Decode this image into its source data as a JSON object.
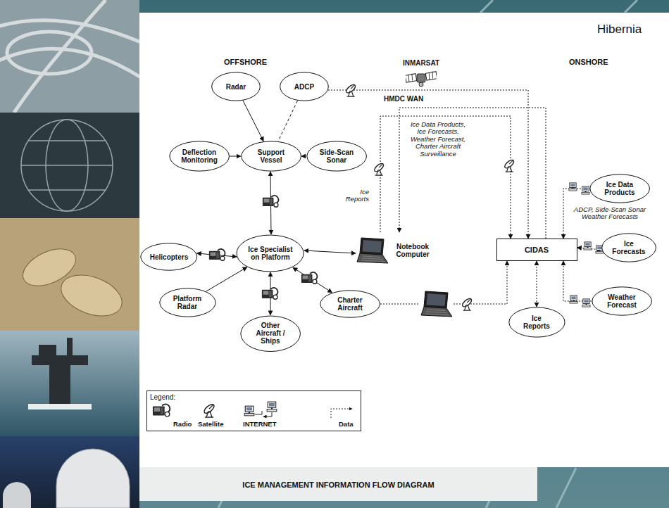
{
  "diagram": {
    "caption": "ICE MANAGEMENT INFORMATION FLOW DIAGRAM",
    "nodes": [
      {
        "text": [
          "Radar"
        ]
      },
      {
        "text": [
          "ADCP"
        ]
      },
      {
        "text": [
          "Deflection Monitoring"
        ]
      },
      {
        "text": [
          "Support Vessel"
        ]
      },
      {
        "text": [
          "Side-Scan Sonar"
        ]
      },
      {
        "text": [
          "Helicopters"
        ]
      },
      {
        "text": [
          "Ice Specialist on Platform"
        ]
      },
      {
        "text": [
          "Notebook Computer"
        ]
      },
      {
        "text": [
          "Platform Radar"
        ]
      },
      {
        "text": [
          "Other Aircraft / Ships"
        ]
      },
      {
        "text": [
          "Charter Aircraft"
        ]
      },
      {
        "text": [
          "CIDAS"
        ]
      },
      {
        "text": [
          "Ice Data Products"
        ]
      },
      {
        "text": [
          "Ice Forecasts"
        ]
      },
      {
        "text": [
          "Weather Forecast"
        ]
      },
      {
        "text": [
          "Ice Reports"
        ]
      }
    ],
    "edges": [
      {
        "from": 0,
        "to": 3,
        "arrow": "to"
      },
      {
        "from": 1,
        "to": 3,
        "arrow": "none"
      },
      {
        "from": 2,
        "to": 3,
        "arrow": "to"
      },
      {
        "from": 4,
        "to": 3,
        "arrow": "to"
      },
      {
        "from": 3,
        "to": 6,
        "arrow": "both"
      },
      {
        "from": 6,
        "to": 5,
        "arrow": "both"
      },
      {
        "from": 8,
        "to": 6,
        "arrow": "to"
      },
      {
        "from": 6,
        "to": 9,
        "arrow": "both"
      },
      {
        "from": 6,
        "to": 10,
        "arrow": "both"
      },
      {
        "from": 6,
        "to": 7,
        "arrow": "both"
      },
      {
        "from": 10,
        "to": 11,
        "arrow": "to"
      },
      {
        "from": 1,
        "to": 11,
        "arrow": "to"
      },
      {
        "from": 7,
        "to": 11,
        "arrow": "to"
      },
      {
        "from": 11,
        "to": 7,
        "arrow": "to"
      },
      {
        "from": 12,
        "to": 11,
        "arrow": "to"
      },
      {
        "from": 11,
        "to": 13,
        "arrow": "both"
      },
      {
        "from": 14,
        "to": 11,
        "arrow": "to"
      },
      {
        "from": 11,
        "to": 15,
        "arrow": "both"
      }
    ],
    "labels": [
      "Hibernia",
      "OFFSHORE",
      "ONSHORE",
      "INMARSAT",
      "HMDC WAN",
      "Ice Data Products, Ice Forecasts, Weather Forecast, Charter Aircraft Surveillance",
      "Ice Reports",
      "ADCP, Side-Scan Sonar Weather Forecasts",
      "Legend:"
    ],
    "legend": [
      {
        "text": "Radio"
      },
      {
        "text": "Satellite"
      },
      {
        "text": "INTERNET"
      },
      {
        "text": "Data"
      }
    ]
  }
}
